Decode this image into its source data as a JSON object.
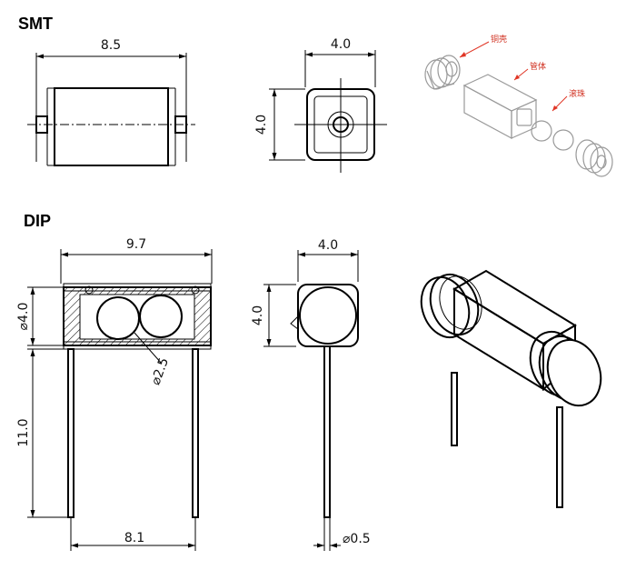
{
  "sections": {
    "smt_label": "SMT",
    "dip_label": "DIP"
  },
  "smt": {
    "side_width": "8.5",
    "front_width": "4.0",
    "front_height": "4.0",
    "callouts": [
      "铜壳",
      "管体",
      "滚珠"
    ]
  },
  "dip": {
    "length": "9.7",
    "diameter": "⌀4.0",
    "ball_diameter": "⌀2.5",
    "lead_length": "11.0",
    "lead_spacing": "8.1",
    "front_width": "4.0",
    "front_height": "4.0",
    "lead_diameter": "⌀0.5"
  }
}
